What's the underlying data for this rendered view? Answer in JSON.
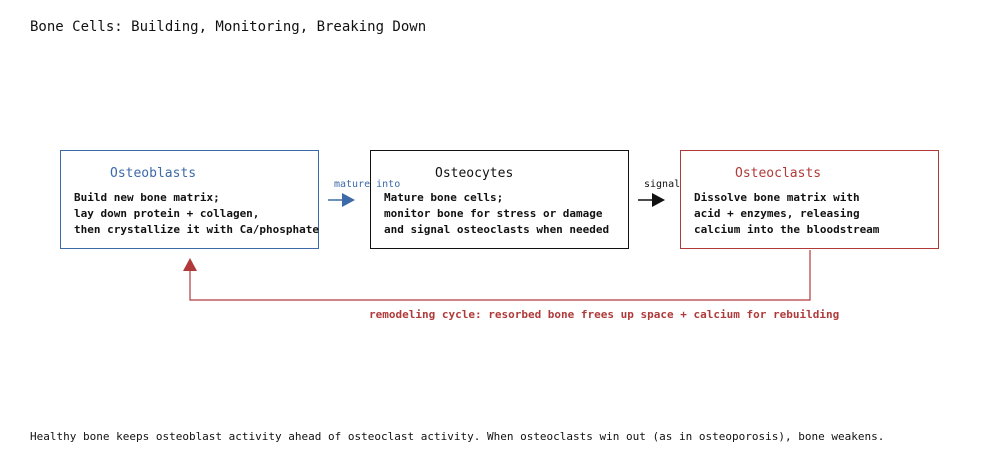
{
  "title": "Bone Cells: Building, Monitoring, Breaking Down",
  "nodes": {
    "osteoblasts": {
      "title": "Osteoblasts",
      "description": "Build new bone matrix;\nlay down protein + collagen,\nthen crystallize it with Ca/phosphate",
      "color": "#3d6aa8"
    },
    "osteocytes": {
      "title": "Osteocytes",
      "description": "Mature bone cells;\nmonitor bone for stress or damage\nand signal osteoclasts when needed",
      "color": "#111111"
    },
    "osteoclasts": {
      "title": "Osteoclasts",
      "description": "Dissolve bone matrix with\nacid + enzymes, releasing\ncalcium into the bloodstream",
      "color": "#b03a3a"
    }
  },
  "edges": {
    "mature_into": {
      "label": "mature into",
      "color": "#3d6aa8"
    },
    "signal": {
      "label": "signal",
      "color": "#111111"
    },
    "remodeling": {
      "label": "remodeling cycle: resorbed bone frees up space + calcium for rebuilding",
      "color": "#b03a3a"
    }
  },
  "footer": "Healthy bone keeps osteoblast activity ahead of osteoclast activity. When osteoclasts win out (as in osteoporosis), bone weakens."
}
